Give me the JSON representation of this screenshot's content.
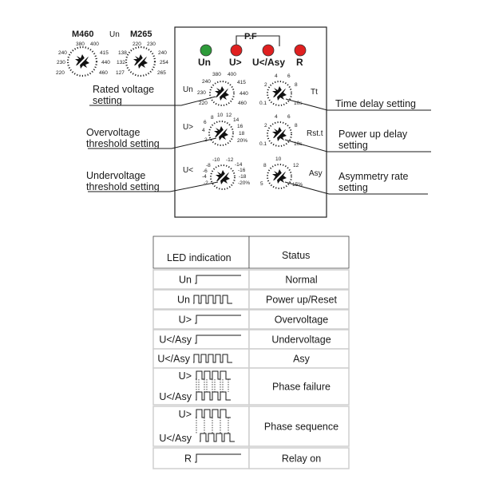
{
  "top_left": {
    "m460": "M460",
    "un": "Un",
    "m265": "M265",
    "m460_scale": [
      "380",
      "400",
      "415",
      "440",
      "460",
      "220",
      "230",
      "240"
    ],
    "m265_scale": [
      "220",
      "230",
      "240",
      "254",
      "265",
      "127",
      "132",
      "138"
    ]
  },
  "panel": {
    "pf": "P.F",
    "leds": [
      {
        "label": "Un",
        "color": "#2e9b3a"
      },
      {
        "label": "U>",
        "color": "#e02020"
      },
      {
        "label": "U</Asy",
        "color": "#e02020"
      },
      {
        "label": "R",
        "color": "#e02020"
      }
    ],
    "knobs": {
      "un": {
        "label": "Un",
        "scale": [
          "240",
          "380",
          "400",
          "415",
          "440",
          "460",
          "230",
          "220"
        ]
      },
      "tt": {
        "label": "Tt",
        "scale": [
          "4",
          "6",
          "2",
          "8",
          "0.1",
          "10s"
        ]
      },
      "uover": {
        "label": "U>",
        "scale": [
          "8",
          "10",
          "12",
          "14",
          "16",
          "6",
          "18",
          "4",
          "2",
          "20%"
        ]
      },
      "rst": {
        "label": "Rst.t",
        "scale": [
          "4",
          "6",
          "2",
          "8",
          "0.1",
          "10s"
        ]
      },
      "uunder": {
        "label": "U<",
        "scale": [
          "-10",
          "-12",
          "-8",
          "-14",
          "-6",
          "-16",
          "-4",
          "-18",
          "-2",
          "-20%"
        ]
      },
      "asy": {
        "label": "Asy",
        "scale": [
          "10",
          "12",
          "8",
          "5",
          "15%"
        ]
      }
    }
  },
  "callouts": {
    "rated_voltage": [
      "Rated voltage",
      "setting"
    ],
    "time_delay": [
      "Time delay setting"
    ],
    "overvoltage": [
      "Overvoltage",
      "threshold setting"
    ],
    "power_up": [
      "Power up delay",
      "setting"
    ],
    "undervoltage": [
      "Undervoltage",
      "threshold setting"
    ],
    "asymmetry": [
      "Asymmetry rate",
      "setting"
    ]
  },
  "table": {
    "headers": [
      "LED indication",
      "Status"
    ],
    "rows": [
      {
        "leds": [
          "Un"
        ],
        "wave": "steady",
        "status": "Normal"
      },
      {
        "leds": [
          "Un"
        ],
        "wave": "pulse",
        "status": "Power up/Reset"
      },
      {
        "leds": [
          "U>"
        ],
        "wave": "steady",
        "status": "Overvoltage"
      },
      {
        "leds": [
          "U</Asy"
        ],
        "wave": "steady",
        "status": "Undervoltage"
      },
      {
        "leds": [
          "U</Asy"
        ],
        "wave": "pulse",
        "status": "Asy"
      },
      {
        "leds": [
          "U>",
          "U</Asy"
        ],
        "wave": "alternating",
        "status": "Phase failure"
      },
      {
        "leds": [
          "U>",
          "U</Asy"
        ],
        "wave": "sequence",
        "status": "Phase sequence"
      },
      {
        "leds": [
          "R"
        ],
        "wave": "steady",
        "status": "Relay on"
      }
    ]
  }
}
